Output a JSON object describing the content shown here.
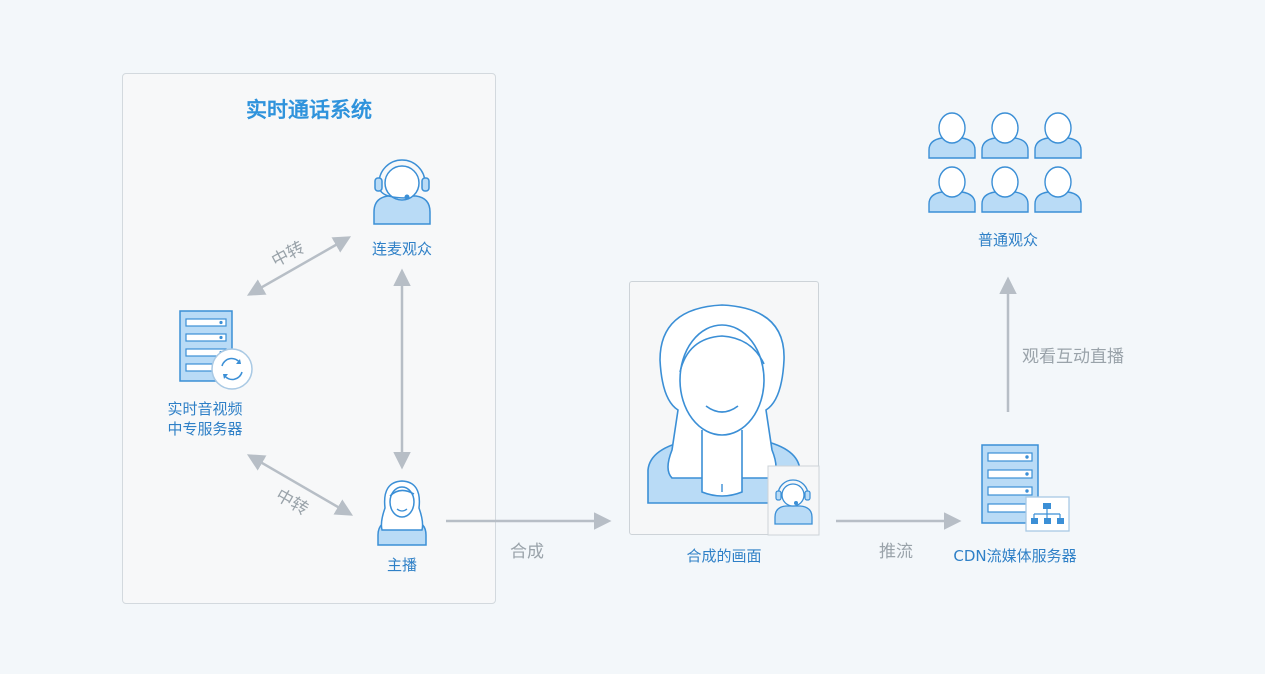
{
  "panel": {
    "title": "实时通话系统"
  },
  "nodes": {
    "co_host": "连麦观众",
    "relay_server": [
      "实时音视频",
      "中专服务器"
    ],
    "host": "主播",
    "composite": "合成的画面",
    "cdn": "CDN流媒体服务器",
    "audience": "普通观众"
  },
  "edges": {
    "relay_top": "中转",
    "relay_bottom": "中转",
    "compose": "合成",
    "push": "推流",
    "watch": "观看互动直播"
  },
  "colors": {
    "accent": "#2f93dc",
    "icon_fill": "#b9dbf6",
    "icon_stroke": "#3b8fd6",
    "arrow": "#b7bec6",
    "edge_label": "#9aa3aa"
  }
}
